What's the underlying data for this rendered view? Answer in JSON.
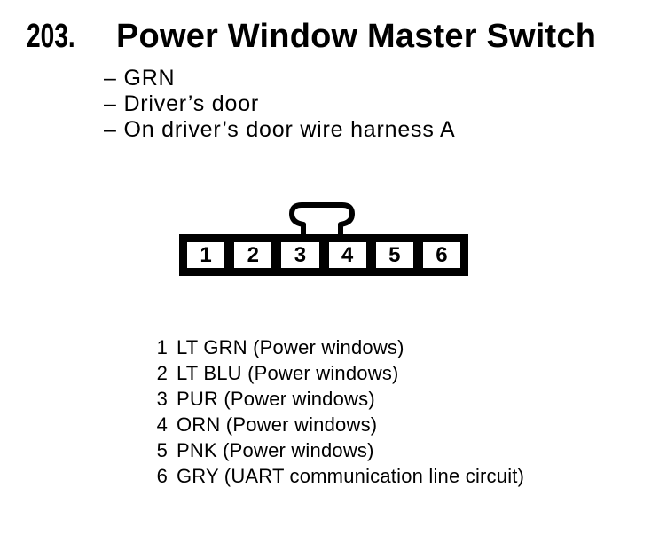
{
  "figure": {
    "number": "203.",
    "title": "Power Window Master Switch"
  },
  "notes": [
    "– GRN",
    "– Driver’s door",
    "– On driver’s door wire harness A"
  ],
  "connector": {
    "pins": [
      "1",
      "2",
      "3",
      "4",
      "5",
      "6"
    ]
  },
  "pin_descriptions": [
    {
      "pin": "1",
      "desc": "LT GRN (Power windows)"
    },
    {
      "pin": "2",
      "desc": "LT BLU (Power windows)"
    },
    {
      "pin": "3",
      "desc": "PUR (Power windows)"
    },
    {
      "pin": "4",
      "desc": "ORN (Power windows)"
    },
    {
      "pin": "5",
      "desc": "PNK (Power windows)"
    },
    {
      "pin": "6",
      "desc": "GRY (UART communication line circuit)"
    }
  ],
  "colors": {
    "ink": "#000000",
    "paper": "#ffffff"
  }
}
